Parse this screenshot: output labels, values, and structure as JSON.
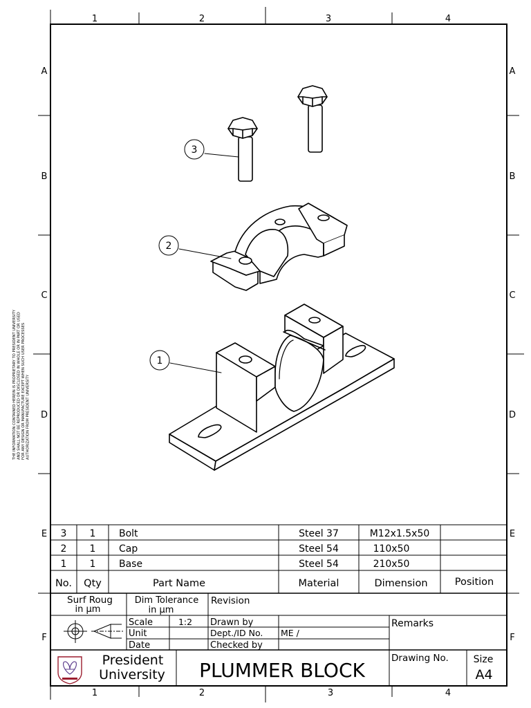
{
  "border": {
    "columns": [
      "1",
      "2",
      "3",
      "4"
    ],
    "rows": [
      "A",
      "B",
      "C",
      "D",
      "E",
      "F"
    ]
  },
  "side_note": [
    "THE INFORMATION CONTAINED HEREIN IS PROPRIETARY TO PRESIDENT UNIVERSITY",
    "AND SHALL NOT BE REPRODUCED OR DISCLOSED IN WHOLE OR IN PART OR USED",
    "FOR ANY DESIGN OR MANUFACTURE EXCEPT WHEN SUCH USER PROCESSES",
    "AUTHORIZATION FROM PRESIDENT UNIVERSITY"
  ],
  "balloons": [
    "3",
    "2",
    "1"
  ],
  "parts_list": {
    "rows": [
      {
        "no": "3",
        "qty": "1",
        "name": "Bolt",
        "material": "Steel 37",
        "dimension": "M12x1.5x50",
        "position": ""
      },
      {
        "no": "2",
        "qty": "1",
        "name": "Cap",
        "material": "Steel 54",
        "dimension": "110x50",
        "position": ""
      },
      {
        "no": "1",
        "qty": "1",
        "name": "Base",
        "material": "Steel 54",
        "dimension": "210x50",
        "position": ""
      }
    ],
    "headers": {
      "no": "No.",
      "qty": "Qty",
      "name": "Part Name",
      "material": "Material",
      "dimension": "Dimension",
      "position": "Position"
    }
  },
  "title_block": {
    "surf_rough_1": "Surf Roug",
    "surf_rough_2": "in μm",
    "dim_tol_1": "Dim Tolerance",
    "dim_tol_2": "in μm",
    "revision": "Revision",
    "scale_label": "Scale",
    "scale_value": "1:2",
    "unit_label": "Unit",
    "date_label": "Date",
    "drawn_by": "Drawn by",
    "dept_label": "Dept./ID No.",
    "dept_value": "ME /",
    "checked_by": "Checked by",
    "remarks": "Remarks",
    "institution_1": "President",
    "institution_2": "University",
    "title": "PLUMMER BLOCK",
    "drawing_no": "Drawing No.",
    "size_label": "Size",
    "size_value": "A4"
  }
}
